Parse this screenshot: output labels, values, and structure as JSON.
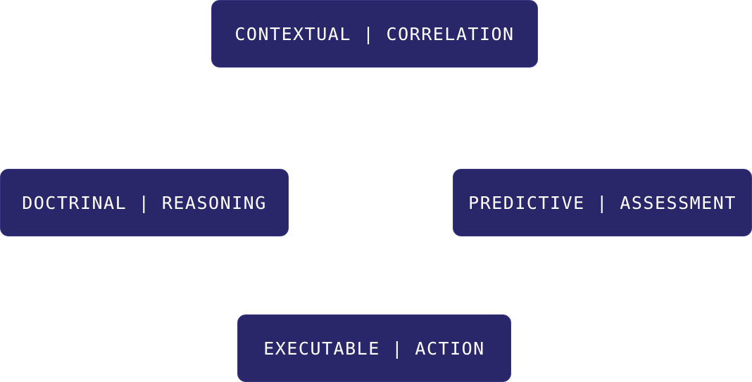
{
  "nodes": {
    "top": {
      "label": "CONTEXTUAL | CORRELATION"
    },
    "left": {
      "label": "DOCTRINAL | REASONING"
    },
    "right": {
      "label": "PREDICTIVE | ASSESSMENT"
    },
    "bottom": {
      "label": "EXECUTABLE | ACTION"
    }
  },
  "colors": {
    "node_fill": "#29266a",
    "node_text": "#ffffff",
    "background": "#ffffff"
  }
}
